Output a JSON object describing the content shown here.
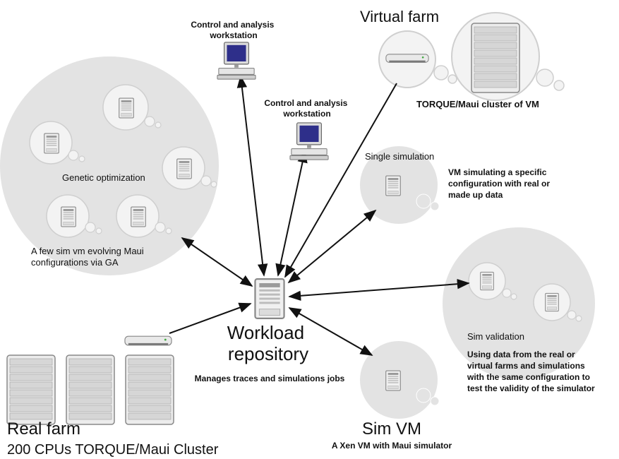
{
  "colors": {
    "bubble": "#e3e3e3",
    "bubble_inner": "#f3f3f3",
    "bubble_stroke": "#cfcfcf",
    "arrow": "#111111",
    "server_light": "#eeeeee",
    "server_dark": "#8a8a8a"
  },
  "labels": {
    "virtual_farm_title": "Virtual farm",
    "virtual_farm_caption": "TORQUE/Maui cluster of VM",
    "workstation_1": [
      "Control and analysis",
      "workstation"
    ],
    "workstation_2": [
      "Control and analysis",
      "workstation"
    ],
    "genetic_optimization": "Genetic optimization",
    "ga_caption": [
      "A few sim vm evolving Maui",
      "configurations via GA"
    ],
    "single_simulation": "Single simulation",
    "single_sim_caption": [
      "VM simulating a specific",
      "configuration with real or",
      "made up data"
    ],
    "workload_title": [
      "Workload",
      "repository"
    ],
    "workload_caption": "Manages traces and simulations jobs",
    "sim_validation": "Sim validation",
    "sim_validation_caption": [
      "Using data from the real or",
      "virtual farms and simulations",
      "with the same configuration to",
      "test the validity of the simulator"
    ],
    "real_farm_title": "Real farm",
    "real_farm_caption": "200 CPUs TORQUE/Maui Cluster",
    "sim_vm_title": "Sim VM",
    "sim_vm_caption": "A Xen VM with Maui simulator"
  },
  "icons": {
    "server": "server-tower-icon",
    "rack": "rack-cabinet-icon",
    "switch": "network-switch-icon",
    "workstation": "desktop-workstation-icon",
    "hub": "server-hub-icon"
  }
}
